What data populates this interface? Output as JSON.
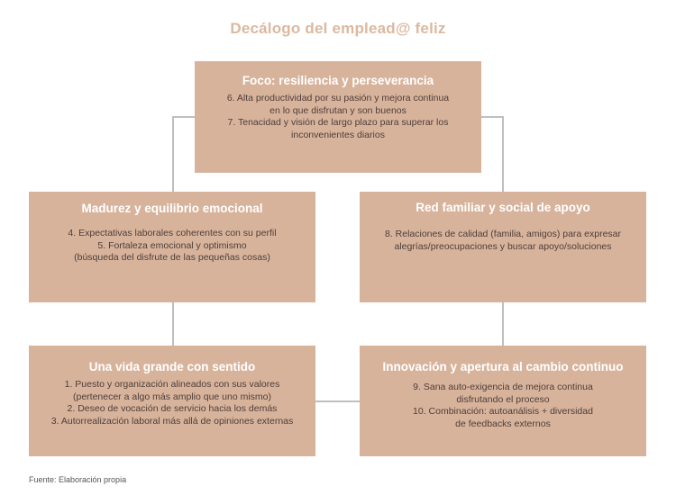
{
  "title": "Decálogo del emplead@ feliz",
  "colors": {
    "box": "#d8b39c",
    "title": "#dcb8a0",
    "connector": "#bfbfbf",
    "heading_text": "#ffffff"
  },
  "boxes": {
    "top": {
      "heading": "Foco: resiliencia y perseverancia",
      "text": "6. Alta productividad por su pasión y mejora continua\nen lo que disfrutan y son buenos\n7. Tenacidad y visión de largo plazo para superar los\ninconvenientes diarios"
    },
    "middle_left": {
      "heading": "Madurez y equilibrio emocional",
      "text": "4. Expectativas laborales coherentes con  su perfil\n5. Fortaleza emocional y optimismo\n(búsqueda del disfrute de las pequeñas cosas)"
    },
    "middle_right": {
      "heading": "Red familiar y social de apoyo",
      "text": "8. Relaciones de calidad (familia, amigos) para expresar\nalegrías/preocupaciones y buscar apoyo/soluciones"
    },
    "bottom_left": {
      "heading": "Una vida grande con sentido",
      "text": "1. Puesto y organización alineados con sus valores\n(pertenecer a algo más amplio que uno mismo)\n2. Deseo de vocación de servicio hacia los demás\n3. Autorrealización laboral más allá de opiniones externas"
    },
    "bottom_right": {
      "heading": "Innovación y apertura al cambio continuo",
      "text": "9. Sana auto-exigencia de mejora continua\ndisfrutando el proceso\n10. Combinación: autoanálisis + diversidad\nde feedbacks externos"
    }
  },
  "footer": "Fuente: Elaboración propia"
}
